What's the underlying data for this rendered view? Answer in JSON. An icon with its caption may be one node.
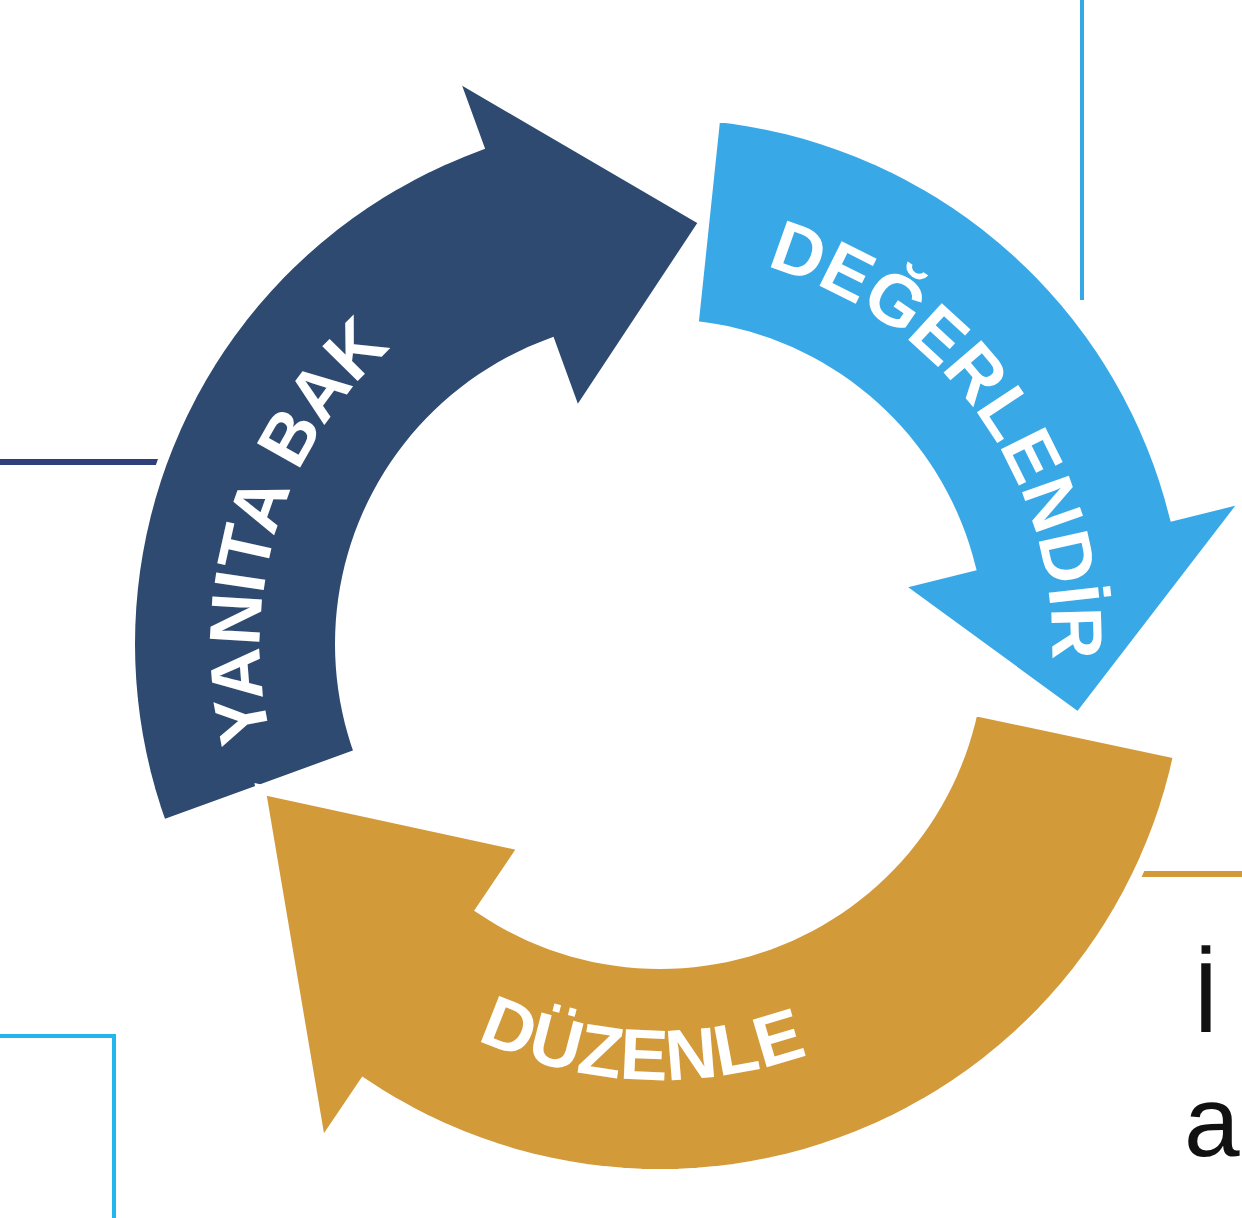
{
  "diagram": {
    "nodes": [
      {
        "text": [
          "YANITA BAK"
        ]
      },
      {
        "text": [
          "DEĞERLENDİR"
        ]
      },
      {
        "text": [
          "DÜZENLE"
        ]
      }
    ],
    "labels": [
      "İ",
      "a"
    ]
  }
}
